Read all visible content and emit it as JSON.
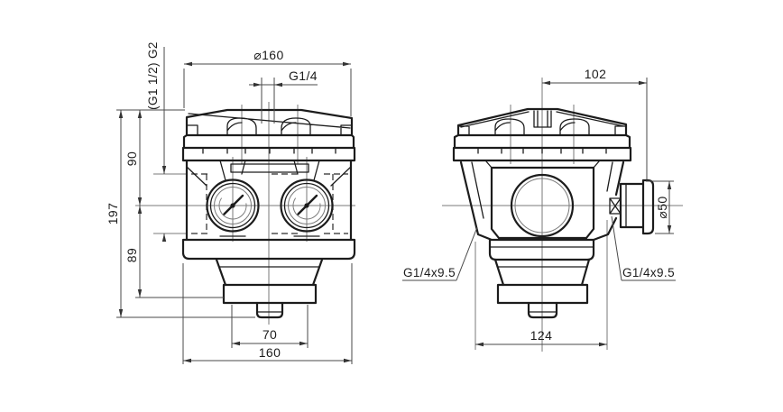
{
  "drawing": {
    "background": "#ffffff",
    "line_color": "#1c1c1c",
    "dim_line_color": "#4a4a4a",
    "front_view": {
      "dia_top": "⌀160",
      "port_top": "G1/4",
      "thread_note": "(G1 1/2) G2",
      "height_total": "197",
      "height_upper": "90",
      "height_lower": "89",
      "width_inner": "70",
      "width_total": "160"
    },
    "side_view": {
      "width_top": "102",
      "gauge_dia": "⌀50",
      "port_left": "G1/4x9.5",
      "port_right": "G1/4x9.5",
      "width_bottom": "124"
    }
  }
}
